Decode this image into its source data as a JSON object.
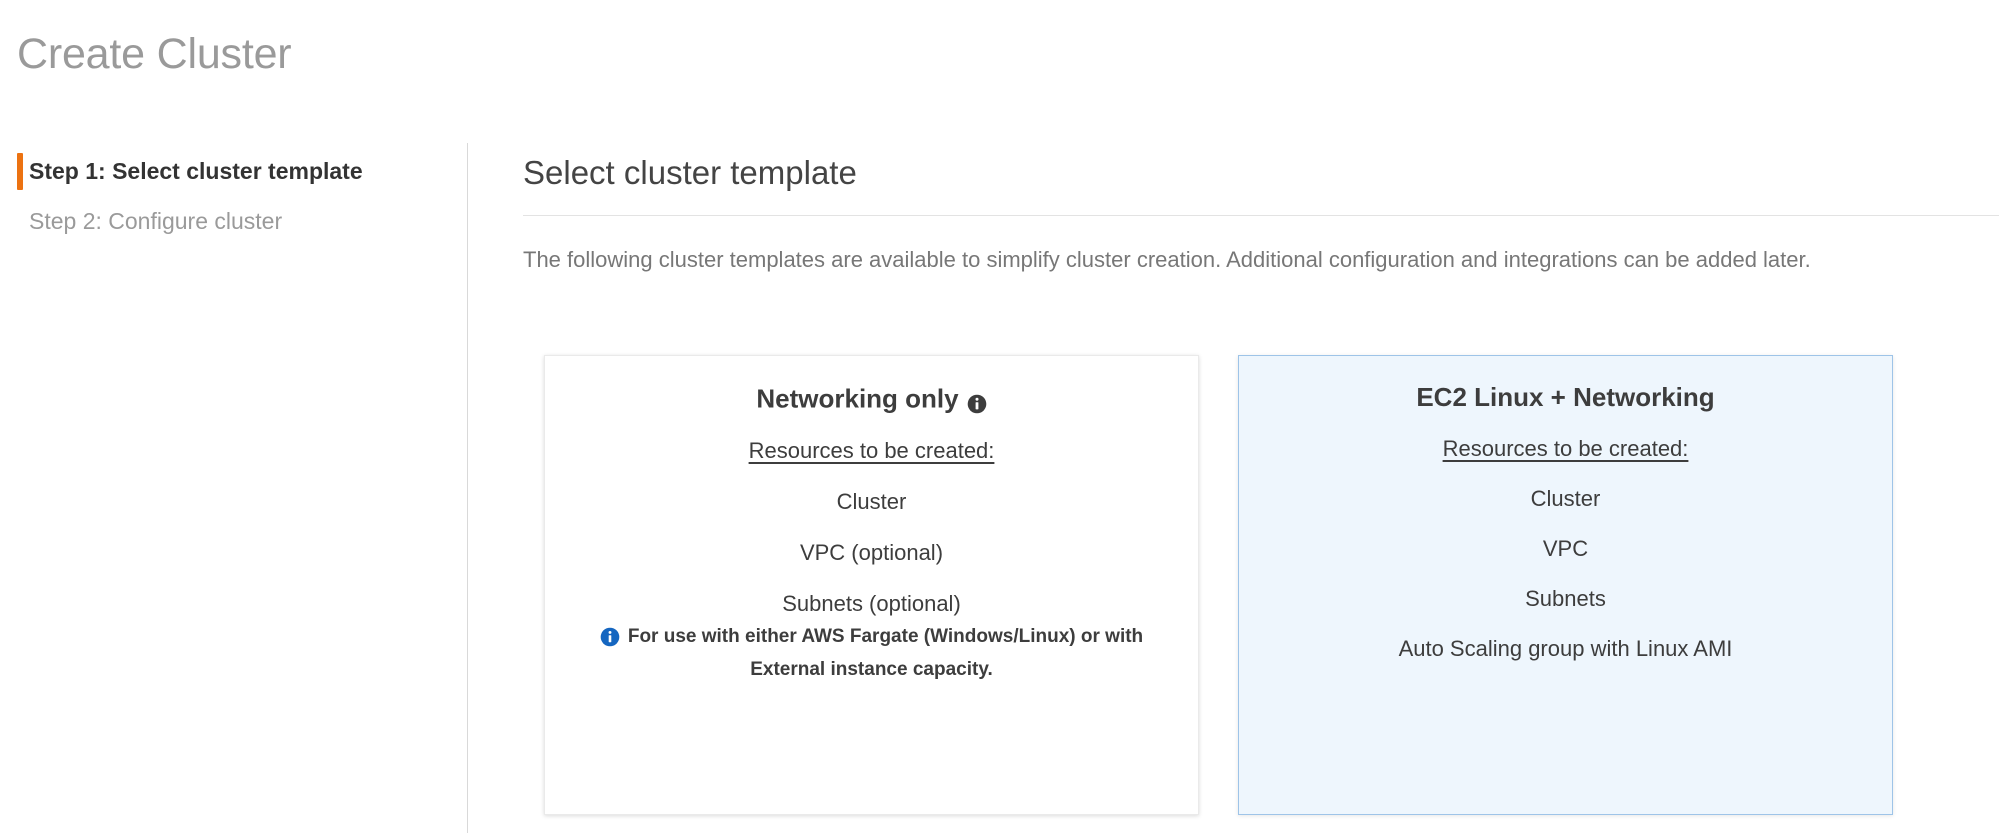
{
  "page": {
    "title": "Create Cluster"
  },
  "wizard": {
    "steps": [
      {
        "label": "Step 1: Select cluster template",
        "state": "active",
        "marker_color": "#ec7211"
      },
      {
        "label": "Step 2: Configure cluster",
        "state": "inactive"
      }
    ]
  },
  "main": {
    "heading": "Select cluster template",
    "description": "The following cluster templates are available to simplify cluster creation. Additional configuration and integrations can be added later."
  },
  "templates": [
    {
      "id": "networking-only",
      "title": "Networking only",
      "has_info_icon": true,
      "info_icon_name": "info-icon",
      "selected": false,
      "resources_label": "Resources to be created:",
      "resources": [
        "Cluster",
        "VPC (optional)",
        "Subnets (optional)"
      ],
      "note": "For use with either AWS Fargate (Windows/Linux) or with External instance capacity.",
      "note_icon_name": "info-icon-blue",
      "background": "#ffffff",
      "border_color": "#eaeaea"
    },
    {
      "id": "ec2-linux-networking",
      "title": "EC2 Linux + Networking",
      "has_info_icon": false,
      "selected": true,
      "resources_label": "Resources to be created:",
      "resources": [
        "Cluster",
        "VPC",
        "Subnets",
        "Auto Scaling group with Linux AMI"
      ],
      "note": "",
      "background": "#eef6fd",
      "border_color": "#9ec4e8"
    }
  ],
  "colors": {
    "accent_orange": "#ec7211",
    "info_blue": "#1566c0",
    "selected_card_bg": "#eef6fd",
    "selected_card_border": "#9ec4e8",
    "title_gray": "#9a9a9a",
    "body_gray": "#777777",
    "text_dark": "#3d3d3d"
  }
}
